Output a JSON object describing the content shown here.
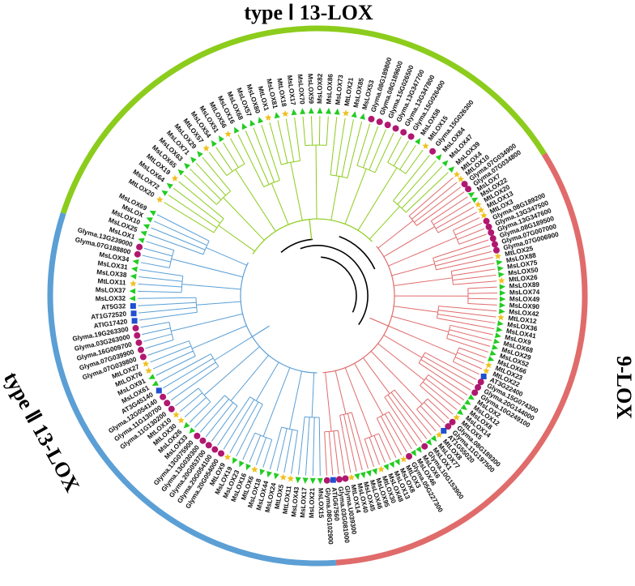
{
  "clades": {
    "type1": {
      "title": "type Ⅰ 13-LOX",
      "color": "#8ccc1c",
      "leaves": [
        "MtLOX20",
        "MsLOX72",
        "MsLOX64",
        "MtLOX19",
        "MsLOX65",
        "MsLOX63",
        "MsLOX71",
        "MsLOX29",
        "MtLOX57",
        "MsLOX54",
        "MsLOX51",
        "MtLOX56",
        "MsLOX16",
        "MsLOX68",
        "MsLOX57",
        "MsLOX80",
        "MtLOX1",
        "MsLOX81",
        "MtLOX18",
        "MsLOX17",
        "MsLOX70",
        "MsLOX59",
        "MsLOX82",
        "MsLOX86",
        "MsLOX73",
        "MtLOX21",
        "MsLOX85",
        "MsLOX53",
        "Glyma.08G189800",
        "Glyma.08G189600",
        "Glyma.15G026500",
        "Glyma.13G347700",
        "Glyma.13G347800",
        "Glyma.15G026400",
        "MsLOX58",
        "MtLOX15",
        "Glyma.15G026300",
        "MsLOX84",
        "MsLOX47",
        "MsLOX39"
      ]
    },
    "nine": {
      "title": "9-LOX",
      "color": "#e06b6b",
      "leaves": [
        "MtLOX4",
        "MtLOX10",
        "Glyma.07G034900",
        "Glyma.07G034800",
        "MsLOX7",
        "MsLOX22",
        "MtLOX20",
        "MtLOX13",
        "MtLOX3",
        "Glyma.08G189200",
        "Glyma.13G347500",
        "Glyma.13G347600",
        "Glyma.08G189500",
        "Glyma.07G007000",
        "Glyma.07G006900",
        "MtLOX25",
        "MsLOX88",
        "MsLOX75",
        "MsLOX50",
        "MtLOX26",
        "MsLOX89",
        "MsLOX74",
        "MsLOX49",
        "MsLOX90",
        "MsLOX42",
        "MtLOX12",
        "MsLOX36",
        "MsLOX41",
        "MsLOX9",
        "MsLOX68",
        "MsLOX29",
        "MsLOX52",
        "MsLOX66",
        "MtLOX23",
        "MtLOX22",
        "AT3G22400",
        "Glyma.15G074300",
        "Glyma.20G144000",
        "Glyma.10G249100",
        "MsLOX2",
        "MsLOX12",
        "MsLOX8",
        "MsLOX14",
        "MtLOX5",
        "Glyma.08G189300",
        "Glyma.11G197500",
        "AT1G55020",
        "MtLOX8",
        "MsLOX77",
        "MsLOX1",
        "Glyma.10G153900",
        "MsLOX6",
        "MsLOX46",
        "Glyma.05G227300",
        "MtLOX3",
        "MsLOX8",
        "MsLOX13",
        "MsLOX48",
        "MtLOX30",
        "MsLOX95",
        "MsLOX46",
        "MsLOX45",
        "MsLOX40",
        "MtLOX14",
        "Glyma.U039300",
        "Glyma.03G081000",
        "ATIG67560",
        "Glyma.08G102900"
      ]
    },
    "type2": {
      "title": "type Ⅱ 13-LOX",
      "color": "#5b9fd5",
      "leaves": [
        "MsLOX15",
        "MsLOX21",
        "MsLOX17",
        "MsLOX43",
        "MtLOX11",
        "MtLOX5",
        "MsLOX24",
        "MsLOX44",
        "MsLOX18",
        "MtLOX6",
        "MsLOX16",
        "MsLOX23",
        "MsLOX19",
        "MtLOX9",
        "Glyma.20G054000",
        "Glyma.20G054100",
        "Glyma.20G053700",
        "Glyma.13G030300",
        "Glyma.13G075900",
        "MsLOX33",
        "MsLOX26",
        "MtLOX30",
        "MtLOX10",
        "Glyma.11G130200",
        "Glyma.11G130700",
        "Glyma.12G054140",
        "AT3G45140",
        "MsLOX61",
        "MsLOX91",
        "MtLOX76",
        "MtLOX27",
        "Glyma.07G039800",
        "Glyma.07G039900",
        "Glyma.16G009700",
        "Glyma.03G263000",
        "Glyma.19G263300",
        "ATIG17420",
        "AT1G72520",
        "AT5G32",
        "MsLOX32",
        "MsLOX37",
        "MtLOX11",
        "MsLOX38",
        "MsLOX31",
        "MsLOX34",
        "Glyma.07G188800",
        "Glyma.13G239000",
        "MsLOX1",
        "MsLOX25",
        "MsLOX10",
        "MsLOX",
        "MsLOX69"
      ]
    }
  },
  "markers": {
    "medicago_sativa": {
      "shape": "triangle",
      "color": "#22cc22"
    },
    "medicago_truncatula": {
      "shape": "star",
      "color": "#f0c020"
    },
    "glycine_max": {
      "shape": "circle",
      "color": "#b01870"
    },
    "arabidopsis": {
      "shape": "square",
      "color": "#2050d0"
    }
  },
  "tree": {
    "root_color": "#000000"
  }
}
